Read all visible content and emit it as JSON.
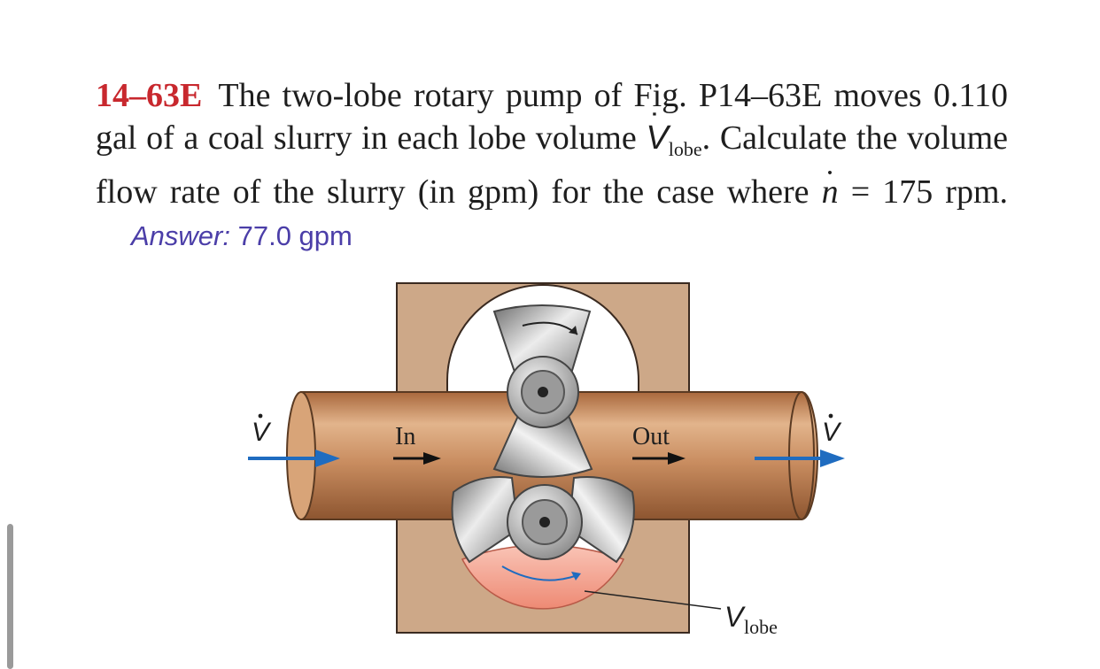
{
  "problem": {
    "number": "14–63E",
    "text_part1": "The two-lobe rotary pump of Fig. P14–63E moves 0.110 gal of a coal slurry in each lobe volume",
    "symbol_v": "V",
    "lobe_subscript": "lobe",
    "text_part2": ". Calculate the volume flow rate of the slurry (in gpm) for the case where",
    "symbol_n": "n",
    "text_part3": "= 175 rpm.",
    "answer_label": "Answer:",
    "answer_value": "77.0 gpm"
  },
  "figure": {
    "inlet_flow_symbol": "V",
    "outlet_flow_symbol": "V",
    "in_label": "In",
    "out_label": "Out",
    "lobe_volume_symbol": "V",
    "lobe_volume_subscript": "lobe"
  },
  "colors": {
    "problem_number": "#c8282e",
    "answer": "#4b3ea8",
    "flow_arrow": "#1f6cc0",
    "housing": "#cda888",
    "pipe": "#c68a5c",
    "slurry": "#ef8f7c"
  }
}
